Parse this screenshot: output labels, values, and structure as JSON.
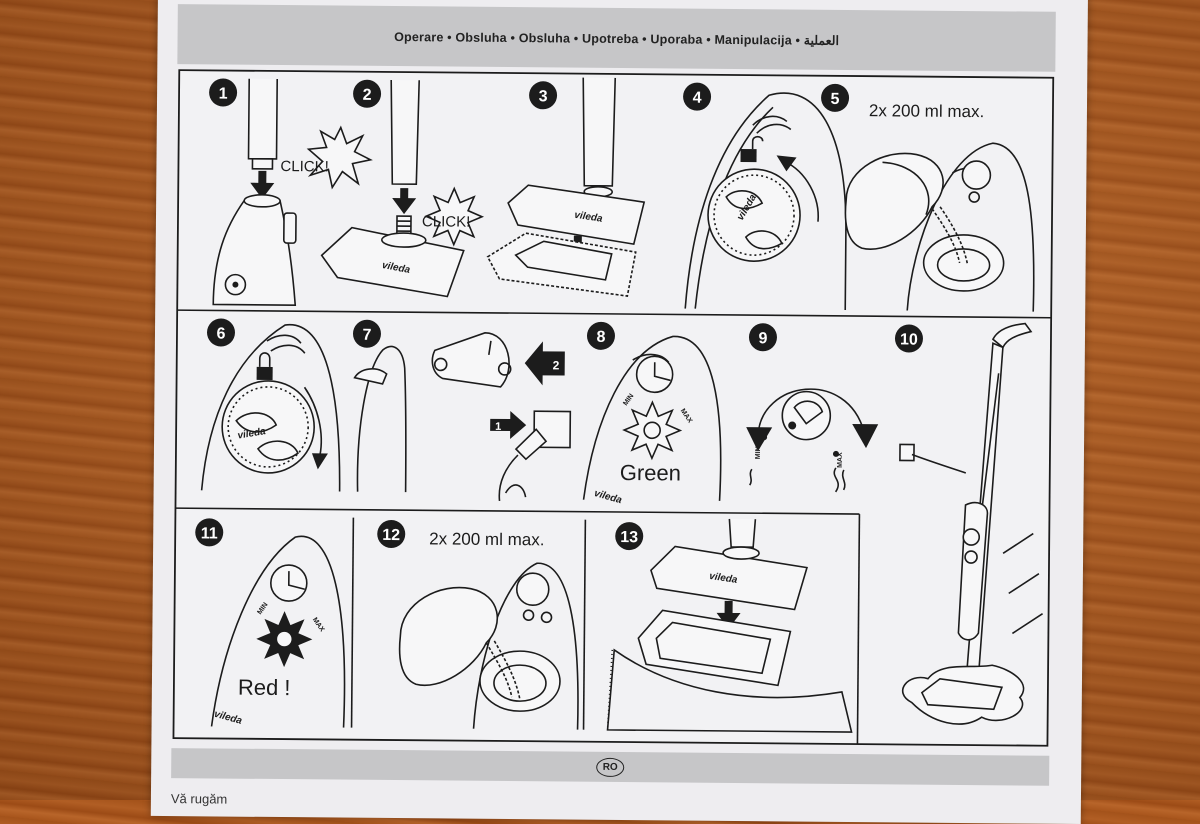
{
  "header": {
    "languages": "Operare • Obsluha • Obsluha • Upotreba • Uporaba • Manipulacija • العملية"
  },
  "steps": [
    {
      "number": "1",
      "labels": [
        "CLICK!"
      ]
    },
    {
      "number": "2",
      "labels": [
        "CLICK!",
        "vileda"
      ]
    },
    {
      "number": "3",
      "labels": [
        "vileda"
      ]
    },
    {
      "number": "4",
      "labels": [
        "vileda"
      ]
    },
    {
      "number": "5",
      "labels": [
        "2x 200 ml max."
      ]
    },
    {
      "number": "6",
      "labels": [
        "vileda"
      ]
    },
    {
      "number": "7",
      "labels": [
        "1",
        "2"
      ]
    },
    {
      "number": "8",
      "labels": [
        "Green",
        "MIN",
        "MAX",
        "vileda"
      ]
    },
    {
      "number": "9",
      "labels": [
        "MIN",
        "MAX"
      ]
    },
    {
      "number": "10",
      "labels": []
    },
    {
      "number": "11",
      "labels": [
        "Red !",
        "MIN",
        "MAX",
        "vileda"
      ]
    },
    {
      "number": "12",
      "labels": [
        "2x 200 ml max."
      ]
    },
    {
      "number": "13",
      "labels": [
        "vileda"
      ]
    }
  ],
  "footer": {
    "badge": "RO",
    "text": "Vă rugăm"
  },
  "colors": {
    "paper": "#eeedf0",
    "band": "#c6c6c8",
    "ink": "#1c1c1c",
    "panel": "#f2f2f4"
  }
}
